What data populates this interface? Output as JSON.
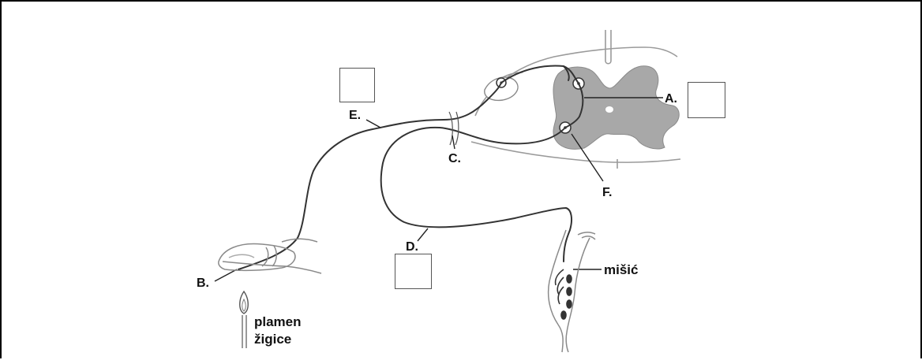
{
  "diagram": {
    "labels": {
      "a": "A.",
      "b": "B.",
      "c": "C.",
      "d": "D.",
      "e": "E.",
      "f": "F.",
      "misic": "mišić",
      "plamen": "plamen",
      "zigice": "žigice"
    },
    "answer_boxes": [
      "",
      "",
      ""
    ],
    "colors": {
      "gray_matter": "#a8a8a8",
      "line": "#333333",
      "light_line": "#999999"
    }
  }
}
